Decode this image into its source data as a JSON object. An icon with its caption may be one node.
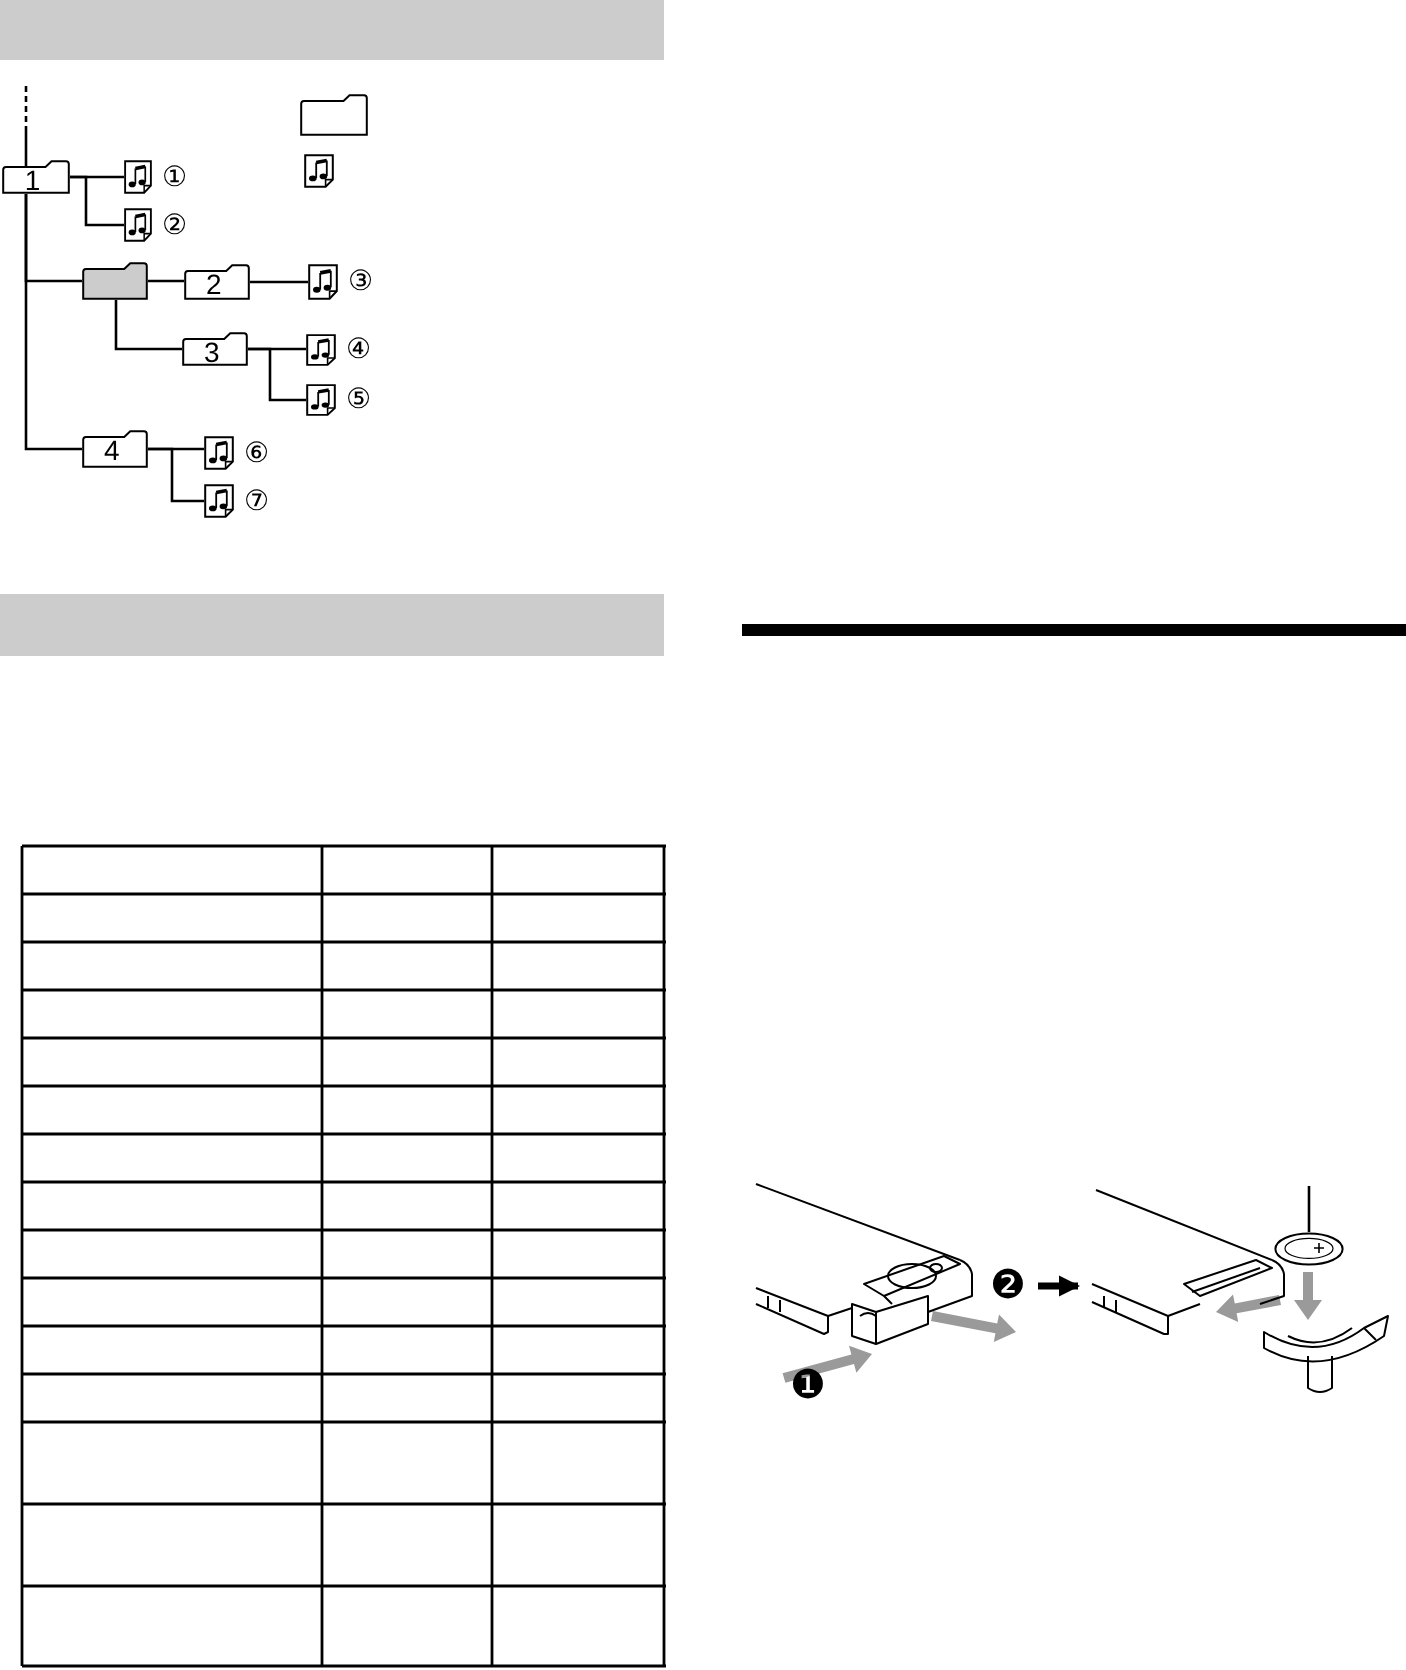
{
  "diagram": {
    "nodes": [
      {
        "text": [],
        "shape": "folder"
      },
      {
        "text": [],
        "shape": "document"
      },
      {
        "text": [
          "1"
        ]
      },
      {
        "text": [],
        "shape": "document",
        "beside": [
          "①"
        ]
      },
      {
        "text": [],
        "shape": "document",
        "beside": [
          "②"
        ]
      },
      {
        "text": [],
        "shape": "folder"
      },
      {
        "text": [
          "2"
        ]
      },
      {
        "text": [],
        "shape": "document",
        "beside": [
          "③"
        ]
      },
      {
        "text": [
          "3"
        ]
      },
      {
        "text": [],
        "shape": "document",
        "beside": [
          "④"
        ]
      },
      {
        "text": [],
        "shape": "document",
        "beside": [
          "⑤"
        ]
      },
      {
        "text": [
          "4"
        ]
      },
      {
        "text": [],
        "shape": "document",
        "beside": [
          "⑥"
        ]
      },
      {
        "text": [],
        "shape": "document",
        "beside": [
          "⑦"
        ]
      },
      {
        "text": [],
        "shape": "picture"
      },
      {
        "text": [],
        "shape": "picture"
      },
      {
        "text": [],
        "shape": "circle",
        "in": 15
      }
    ],
    "edges": [
      {
        "from": null,
        "to": 2,
        "arrow": "none",
        "style": "dashed"
      },
      {
        "from": 2,
        "to": 3,
        "arrow": "none"
      },
      {
        "from": 2,
        "to": 4,
        "arrow": "none"
      },
      {
        "from": 2,
        "to": 5,
        "arrow": "none"
      },
      {
        "from": 2,
        "to": 11,
        "arrow": "none"
      },
      {
        "from": 5,
        "to": 6,
        "arrow": "none"
      },
      {
        "from": 6,
        "to": 7,
        "arrow": "none"
      },
      {
        "from": 5,
        "to": 8,
        "arrow": "none"
      },
      {
        "from": 8,
        "to": 9,
        "arrow": "none"
      },
      {
        "from": 8,
        "to": 10,
        "arrow": "none"
      },
      {
        "from": 11,
        "to": 12,
        "arrow": "none"
      },
      {
        "from": 11,
        "to": 13,
        "arrow": "none"
      },
      {
        "from": 14,
        "to": 15,
        "arrow": "to",
        "style": "thick"
      },
      {
        "from": null,
        "to": 16,
        "arrow": "none"
      }
    ],
    "labels": [
      "❷",
      "❶"
    ]
  }
}
